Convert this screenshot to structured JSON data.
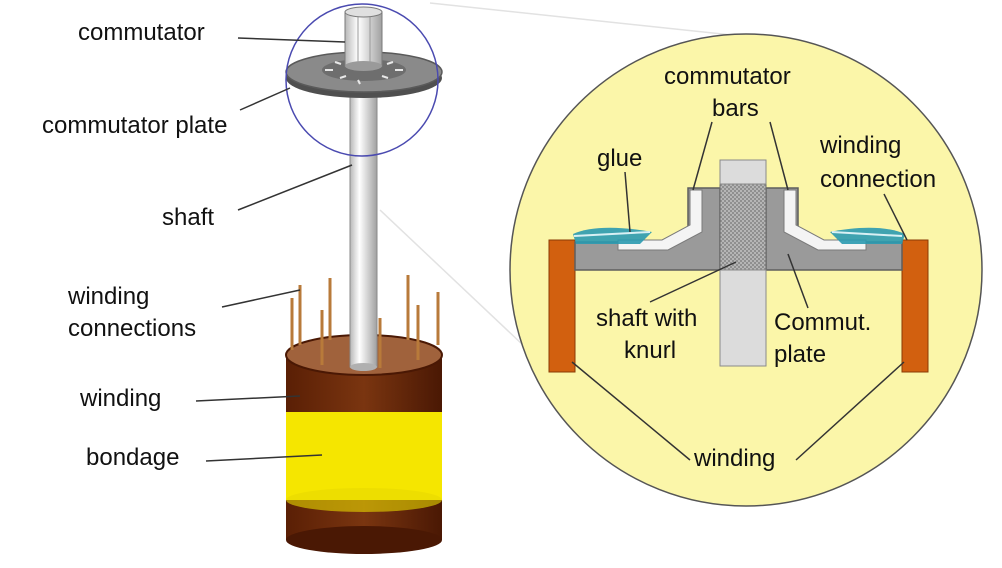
{
  "labels": {
    "commutator": "commutator",
    "commutator_plate": "commutator plate",
    "shaft": "shaft",
    "winding_connections_1": "winding",
    "winding_connections_2": "connections",
    "winding": "winding",
    "bondage": "bondage",
    "commutator_bars_1": "commutator",
    "commutator_bars_2": "bars",
    "glue": "glue",
    "winding_connection_1": "winding",
    "winding_connection_2": "connection",
    "shaft_knurl_1": "shaft with",
    "shaft_knurl_2": "knurl",
    "commut_plate_1": "Commut.",
    "commut_plate_2": "plate",
    "winding_detail": "winding"
  },
  "colors": {
    "winding_brown": "#6b2a0a",
    "bondage_yellow": "#f5e600",
    "shaft_grey": "#d0d0d0",
    "plate_dark": "#6e6e6e",
    "detail_bg": "#fbf6a9",
    "detail_grey": "#9a9a9a",
    "winding_orange": "#d2600f",
    "glue_teal": "#2a9ab0",
    "connector_copper": "#b87a3a"
  }
}
